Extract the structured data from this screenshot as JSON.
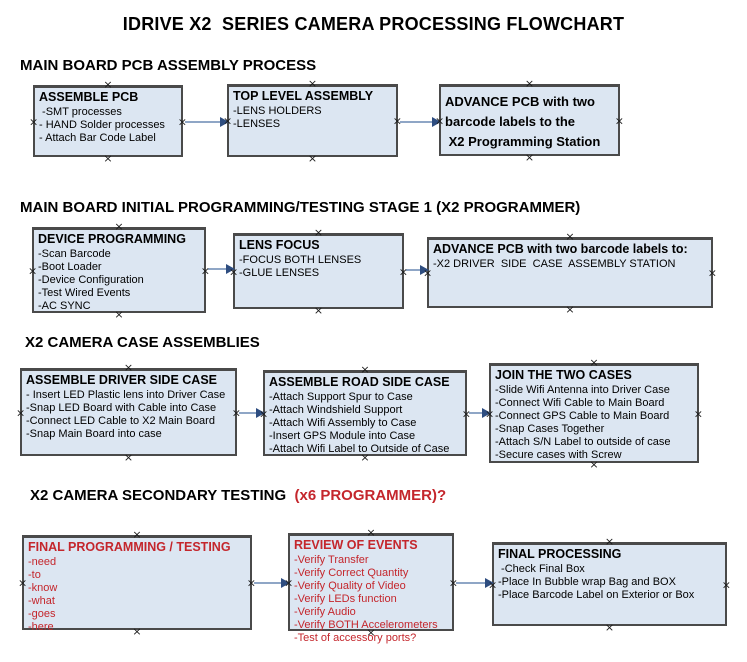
{
  "title": "IDRIVE X2  SERIES CAMERA PROCESSING FLOWCHART",
  "colors": {
    "box_fill": "#dce6f2",
    "box_border": "#4a4a4a",
    "arrow_line": "#8fa6c6",
    "arrow_head": "#2e4d80",
    "red_text": "#c4262c",
    "handle": "#1a1a1a"
  },
  "sections": [
    {
      "header": "MAIN BOARD PCB ASSEMBLY PROCESS",
      "header_accent": "",
      "boxes": [
        {
          "title": "ASSEMBLE PCB",
          "items": [
            " -SMT processes",
            "- HAND Solder processes",
            "- Attach Bar Code Label"
          ]
        },
        {
          "title": "TOP LEVEL ASSEMBLY",
          "items": [
            "-LENS HOLDERS",
            "-LENSES"
          ]
        },
        {
          "title": "ADVANCE PCB with two\nbarcode labels to the\n X2 Programming Station",
          "items": []
        }
      ]
    },
    {
      "header": "MAIN BOARD INITIAL PROGRAMMING/TESTING STAGE 1 (X2 PROGRAMMER)",
      "header_accent": "",
      "boxes": [
        {
          "title": "DEVICE PROGRAMMING",
          "items": [
            "-Scan Barcode",
            "-Boot Loader",
            "-Device Configuration",
            "-Test Wired Events",
            "-AC SYNC"
          ]
        },
        {
          "title": "LENS FOCUS",
          "items": [
            "-FOCUS BOTH LENSES",
            "-GLUE LENSES"
          ]
        },
        {
          "title": "ADVANCE PCB with two barcode labels to:",
          "items": [
            "-X2 DRIVER  SIDE  CASE  ASSEMBLY STATION"
          ]
        }
      ]
    },
    {
      "header": "X2 CAMERA CASE ASSEMBLIES",
      "header_accent": "",
      "boxes": [
        {
          "title": "ASSEMBLE DRIVER SIDE CASE",
          "items": [
            "- Insert LED Plastic lens into Driver Case",
            "-Snap LED Board with Cable into Case",
            "-Connect LED Cable to X2 Main Board",
            "-Snap Main Board into case"
          ]
        },
        {
          "title": "ASSEMBLE ROAD SIDE CASE",
          "items": [
            "-Attach Support Spur to Case",
            "-Attach Windshield Support",
            "-Attach Wifi Assembly to Case",
            "-Insert GPS Module into Case",
            "-Attach Wifi Label to Outside of Case"
          ]
        },
        {
          "title": "JOIN THE TWO CASES",
          "items": [
            "-Slide Wifi Antenna into Driver Case",
            "-Connect Wifi Cable to Main Board",
            "-Connect GPS Cable to Main Board",
            "-Snap Cases Together",
            "-Attach S/N Label to outside of case",
            "-Secure cases with Screw"
          ]
        }
      ]
    },
    {
      "header": "X2 CAMERA SECONDARY TESTING  ",
      "header_accent": "(x6 PROGRAMMER)?",
      "boxes": [
        {
          "title": "FINAL PROGRAMMING / TESTING",
          "items": [
            "-need",
            "-to",
            "-know",
            "-what",
            "-goes",
            "-here"
          ]
        },
        {
          "title": "REVIEW OF EVENTS",
          "items": [
            "-Verify Transfer",
            "-Verify Correct Quantity",
            "-Verify Quality of Video",
            "-Verify LEDs function",
            "-Verify Audio",
            "-Verify BOTH Accelerometers",
            "-Test of accessory ports?"
          ]
        },
        {
          "title": "FINAL PROCESSING",
          "items": [
            " -Check Final Box",
            "-Place In Bubble wrap Bag and BOX",
            "-Place Barcode Label on Exterior or Box"
          ]
        }
      ]
    }
  ]
}
